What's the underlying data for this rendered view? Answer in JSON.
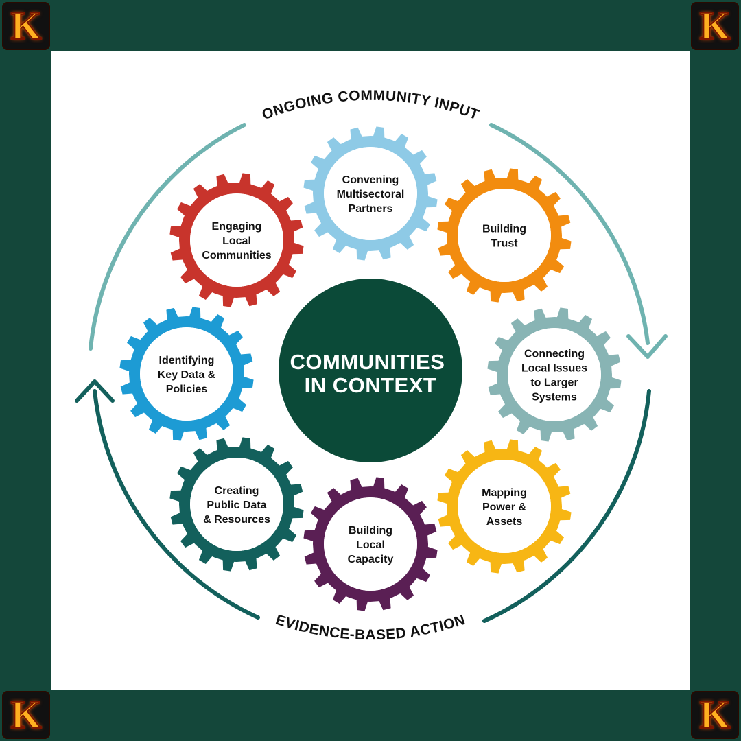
{
  "diagram": {
    "center_title_lines": [
      "COMMUNITIES",
      "IN CONTEXT"
    ],
    "top_arc_label": "ONGOING COMMUNITY INPUT",
    "bottom_arc_label": "EVIDENCE-BASED ACTION",
    "gears": [
      {
        "id": "convening",
        "lines": [
          "Convening",
          "Multisectoral",
          "Partners"
        ],
        "color": "#8ecae6"
      },
      {
        "id": "building-trust",
        "lines": [
          "Building",
          "Trust"
        ],
        "color": "#f28c0f"
      },
      {
        "id": "connecting",
        "lines": [
          "Connecting",
          "Local Issues",
          "to Larger",
          "Systems"
        ],
        "color": "#88b4b4"
      },
      {
        "id": "mapping",
        "lines": [
          "Mapping",
          "Power &",
          "Assets"
        ],
        "color": "#f7b614"
      },
      {
        "id": "building-capacity",
        "lines": [
          "Building",
          "Local",
          "Capacity"
        ],
        "color": "#5a1f54"
      },
      {
        "id": "creating",
        "lines": [
          "Creating",
          "Public Data",
          "& Resources"
        ],
        "color": "#13605c"
      },
      {
        "id": "identifying",
        "lines": [
          "Identifying",
          "Key Data &",
          "Policies"
        ],
        "color": "#1d9bd4"
      },
      {
        "id": "engaging",
        "lines": [
          "Engaging",
          "Local",
          "Communities"
        ],
        "color": "#c8342c"
      }
    ],
    "colors": {
      "center_circle": "#0b4a38",
      "top_arc": "#6fb3b0",
      "bottom_arc": "#13605c",
      "label_text": "#111111"
    }
  },
  "corner_badges": {
    "letter": "K",
    "colors": {
      "fill": "#ffb020",
      "glow": "#ff5a00",
      "stroke": "#7a1500"
    }
  }
}
